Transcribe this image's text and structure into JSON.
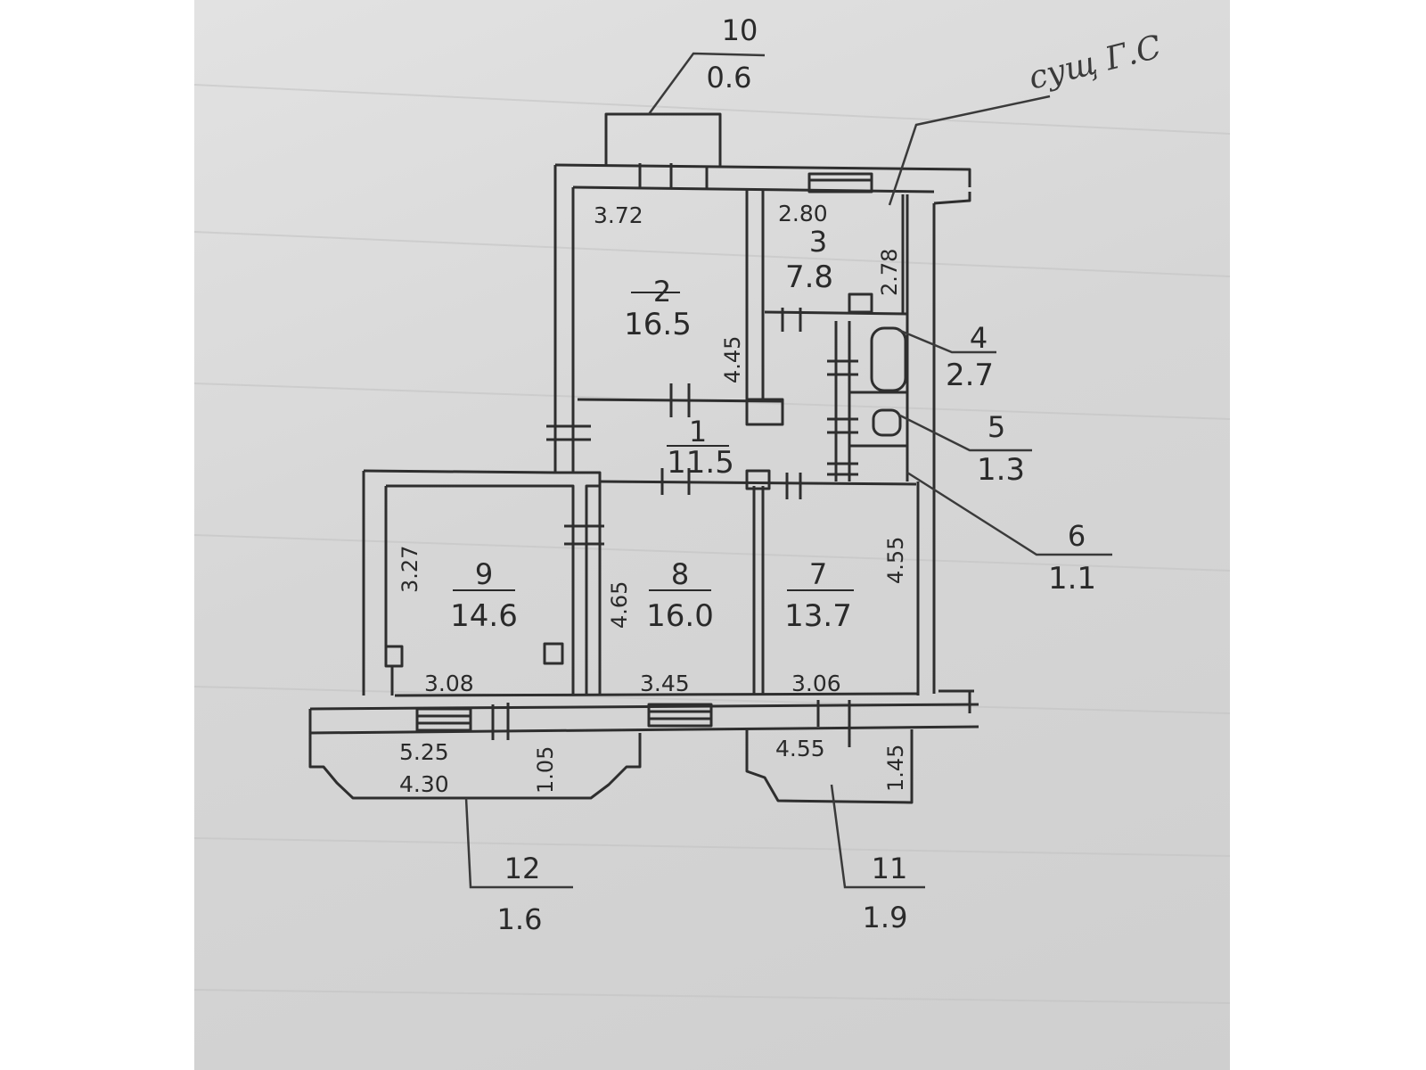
{
  "rooms": [
    {
      "id": "r1",
      "number": "1",
      "area": "11.5"
    },
    {
      "id": "r2",
      "number": "2",
      "area": "16.5"
    },
    {
      "id": "r3",
      "number": "3",
      "area": "7.8"
    },
    {
      "id": "r4",
      "number": "4",
      "area": "2.7"
    },
    {
      "id": "r5",
      "number": "5",
      "area": "1.3"
    },
    {
      "id": "r6",
      "number": "6",
      "area": "1.1"
    },
    {
      "id": "r7",
      "number": "7",
      "area": "13.7"
    },
    {
      "id": "r8",
      "number": "8",
      "area": "16.0"
    },
    {
      "id": "r9",
      "number": "9",
      "area": "14.6"
    },
    {
      "id": "r10",
      "number": "10",
      "area": "0.6"
    },
    {
      "id": "r11",
      "number": "11",
      "area": "1.9"
    },
    {
      "id": "r12",
      "number": "12",
      "area": "1.6"
    }
  ],
  "dimensions": {
    "room2_width": "3.72",
    "room2_height": "4.45",
    "room3_width": "2.80",
    "room3_height": "2.78",
    "room9_width": "3.08",
    "room9_height": "3.27",
    "room8_width": "3.45",
    "room8_height": "4.65",
    "room7_width": "3.06",
    "room7_height": "4.55",
    "balcony12_outer": "5.25",
    "balcony12_inner": "4.30",
    "balcony12_depth": "1.05",
    "balcony11_width": "4.55",
    "balcony11_depth": "1.45"
  },
  "annotation": "сущ Г.С"
}
